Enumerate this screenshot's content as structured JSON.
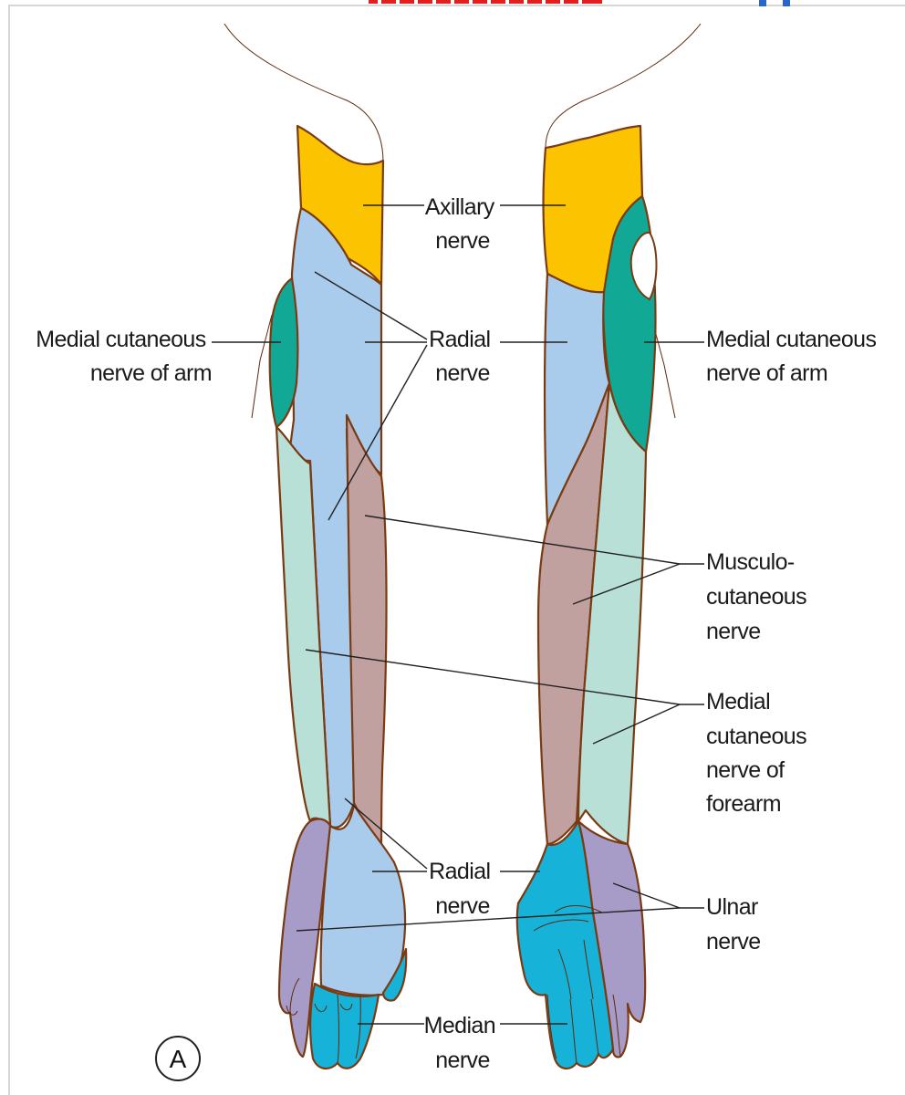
{
  "colors": {
    "axillary": "#fbc300",
    "radial": "#a9cbec",
    "medial_cutaneous_arm": "#12a896",
    "musculocutaneous": "#c1a1a0",
    "medial_cutaneous_forearm": "#b8e0d6",
    "ulnar": "#a79cc7",
    "median": "#17b2d8",
    "outline": "#7a3a12",
    "marker_red": "#e02020",
    "marker_blue": "#2a66c9"
  },
  "labels": {
    "axillary": [
      "Axillary",
      "nerve"
    ],
    "radial_upper": [
      "Radial",
      "nerve"
    ],
    "medial_arm_left": [
      "Medial cutaneous",
      "nerve of arm"
    ],
    "medial_arm_right": [
      "Medial cutaneous",
      "nerve of arm"
    ],
    "musculocutaneous": [
      "Musculo-",
      "cutaneous",
      "nerve"
    ],
    "medial_forearm": [
      "Medial",
      "cutaneous",
      "nerve of",
      "forearm"
    ],
    "radial_lower": [
      "Radial",
      "nerve"
    ],
    "ulnar": [
      "Ulnar",
      "nerve"
    ],
    "median": [
      "Median",
      "nerve"
    ]
  },
  "panel_marker": "A"
}
